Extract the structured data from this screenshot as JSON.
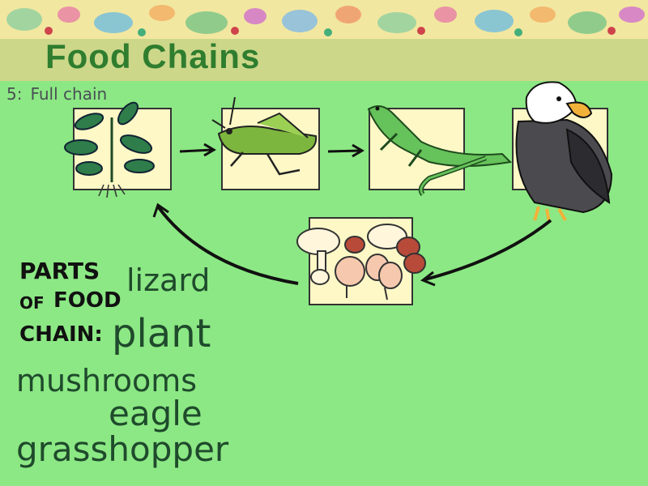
{
  "slide": {
    "title": "Food Chains",
    "subtitle_number": "5:",
    "subtitle_text": "Full chain"
  },
  "chain_images": [
    {
      "name": "plant-image"
    },
    {
      "name": "grasshopper-image"
    },
    {
      "name": "lizard-image"
    },
    {
      "name": "eagle-image"
    },
    {
      "name": "mushrooms-image"
    }
  ],
  "notes": {
    "heading_line1": "PARTS",
    "heading_line2a": "OF",
    "heading_line2b": "FOOD",
    "heading_line3": "CHAIN:",
    "word_lizard": "lizard",
    "word_plant": "plant",
    "word_mushrooms": "mushrooms",
    "word_eagle": "eagle",
    "word_grasshopper": "grasshopper"
  },
  "colors": {
    "background": "#8ce884",
    "title": "#2f7d2f",
    "banner": "#f2e7a0",
    "title_band": "#ccd78a",
    "ink": "#1f4a2c"
  }
}
